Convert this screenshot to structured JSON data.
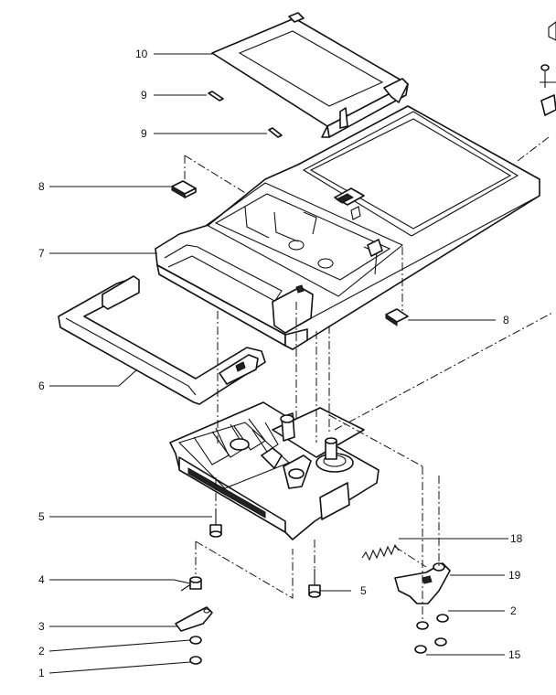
{
  "callouts": [
    {
      "id": "c10",
      "label": "10"
    },
    {
      "id": "c9a",
      "label": "9"
    },
    {
      "id": "c9b",
      "label": "9"
    },
    {
      "id": "c8a",
      "label": "8"
    },
    {
      "id": "c7",
      "label": "7"
    },
    {
      "id": "c8b",
      "label": "8"
    },
    {
      "id": "c6",
      "label": "6"
    },
    {
      "id": "c5a",
      "label": "5"
    },
    {
      "id": "c18",
      "label": "18"
    },
    {
      "id": "c4",
      "label": "4"
    },
    {
      "id": "c19",
      "label": "19"
    },
    {
      "id": "c5b",
      "label": "5"
    },
    {
      "id": "c2b",
      "label": "2"
    },
    {
      "id": "c3",
      "label": "3"
    },
    {
      "id": "c2a",
      "label": "2"
    },
    {
      "id": "c15",
      "label": "15"
    },
    {
      "id": "c1",
      "label": "1"
    }
  ]
}
